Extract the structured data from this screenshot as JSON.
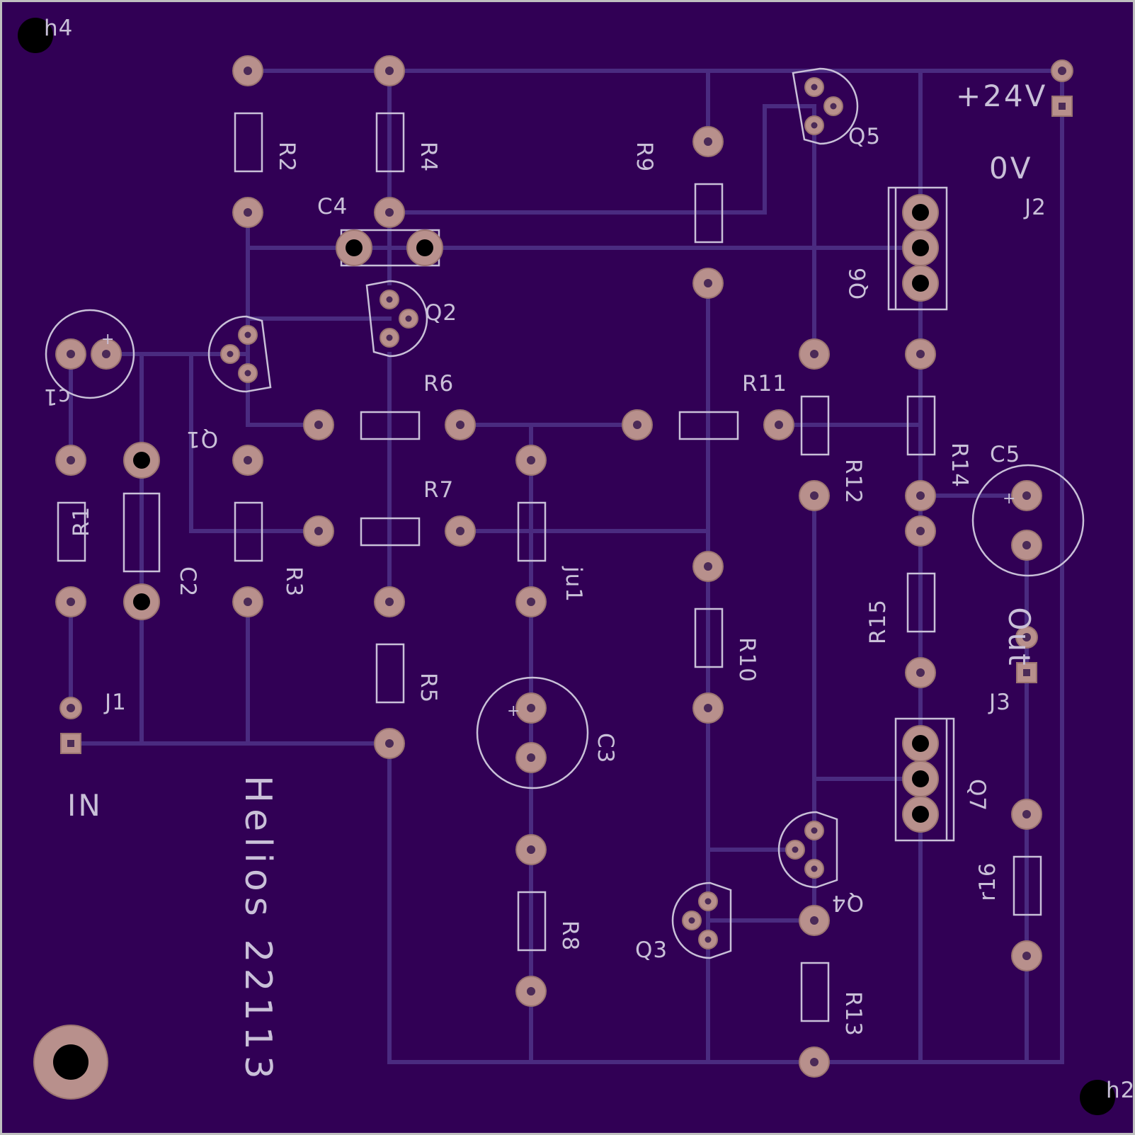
{
  "board": {
    "title": "Helios 22113",
    "colors": {
      "background": "#310055",
      "trace": "#4a2b80",
      "silkscreen": "#c9c0d8",
      "pad": "#b8908c",
      "drill": "#000000",
      "outline": "#bfbfbf"
    }
  },
  "labels": {
    "r1": "R1",
    "r2": "R2",
    "r3": "R3",
    "r4": "R4",
    "r5": "R5",
    "r6": "R6",
    "r7": "R7",
    "r8": "R8",
    "r9": "R9",
    "r10": "R10",
    "r11": "R11",
    "r12": "R12",
    "r13": "R13",
    "r14": "R14",
    "r15": "R15",
    "r16": "r16",
    "c1": "c1",
    "c2": "C2",
    "c3": "C3",
    "c4": "C4",
    "c5": "C5",
    "q1": "Q1",
    "q2": "Q2",
    "q3": "Q3",
    "q4": "Q4",
    "q5": "Q5",
    "q6": "Q6",
    "q7": "Q7",
    "j1": "J1",
    "j2": "J2",
    "j3": "J3",
    "ju1": "ju1",
    "h4": "h4",
    "h2": "h2",
    "in": "IN",
    "out": "Out",
    "v24": "+24V",
    "v0": "0V",
    "plus": "+"
  }
}
